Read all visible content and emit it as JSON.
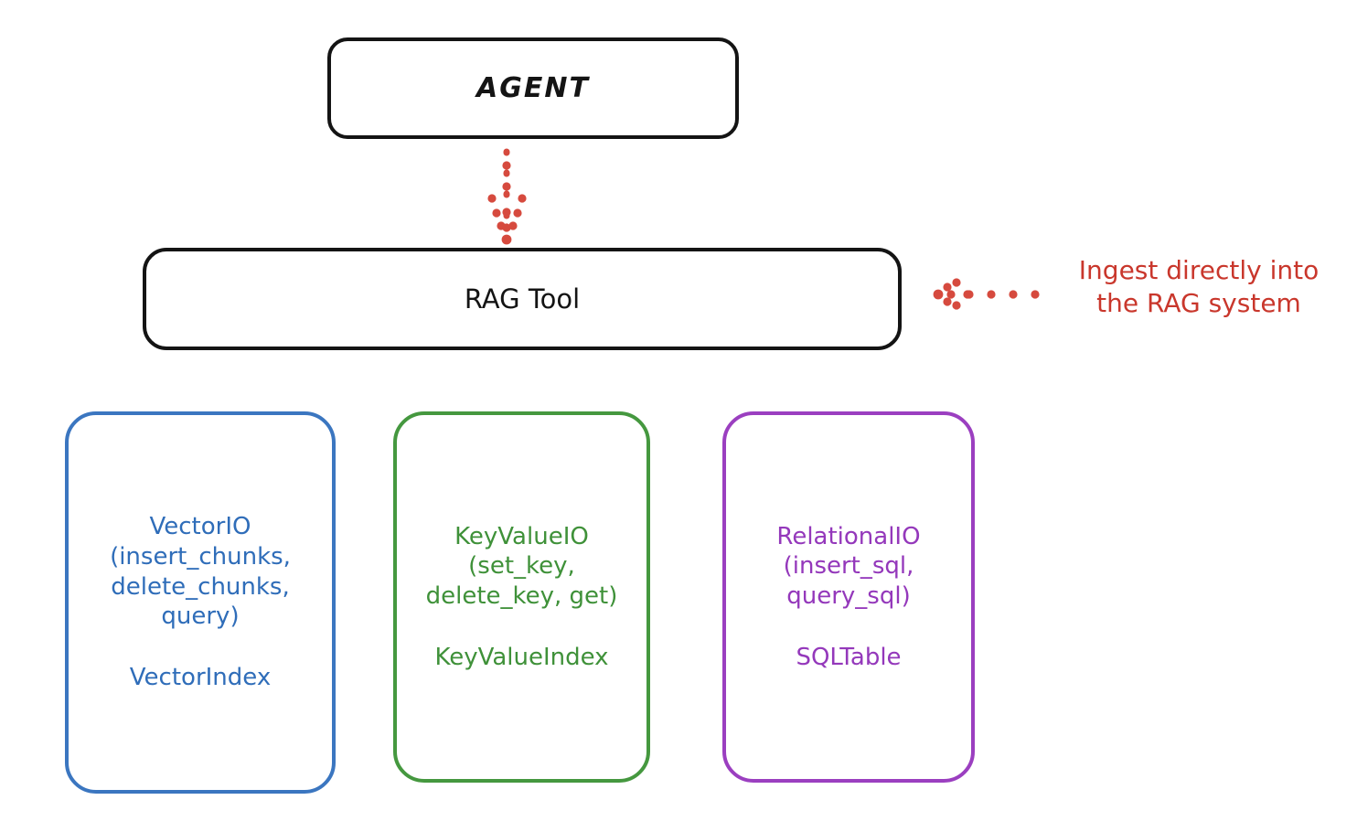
{
  "diagram": {
    "title_text": "AGENT",
    "background": "#ffffff",
    "nodes": {
      "agent": {
        "label": "AGENT",
        "border_color": "#141414"
      },
      "rag_tool": {
        "label": "RAG Tool",
        "border_color": "#141414"
      },
      "vector_io": {
        "api": "VectorIO\n(insert_chunks,\ndelete_chunks,\nquery)",
        "index": "VectorIndex",
        "color": "#3b76c0"
      },
      "key_value_io": {
        "api": "KeyValueIO\n(set_key,\ndelete_key, get)",
        "index": "KeyValueIndex",
        "color": "#45983f"
      },
      "relational_io": {
        "api": "RelationalIO\n(insert_sql,\nquery_sql)",
        "index": "SQLTable",
        "color": "#9b3fc0"
      }
    },
    "annotations": {
      "ingest": {
        "text": "Ingest directly into\nthe RAG system",
        "color": "#c9372c"
      }
    },
    "connectors": [
      {
        "name": "agent-to-rag-tool",
        "style": "dotted-arrow",
        "direction": "down",
        "color": "#d64a3e"
      },
      {
        "name": "ingest-to-rag-tool",
        "style": "dotted-arrow",
        "direction": "left",
        "color": "#d64a3e"
      }
    ]
  }
}
